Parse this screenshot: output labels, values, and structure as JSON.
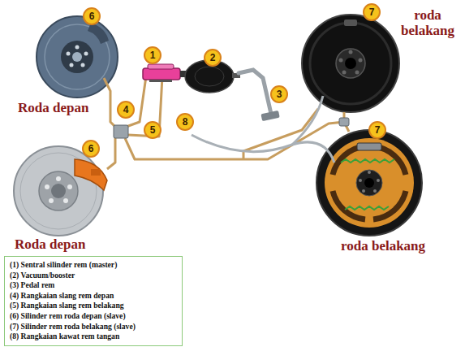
{
  "diagram": {
    "nodes": [
      {
        "text": [
          "6"
        ]
      },
      {
        "text": [
          "7"
        ]
      },
      {
        "text": [
          "1"
        ]
      },
      {
        "text": [
          "2"
        ]
      },
      {
        "text": [
          "3"
        ]
      },
      {
        "text": [
          "4"
        ]
      },
      {
        "text": [
          "8"
        ]
      },
      {
        "text": [
          "5"
        ]
      },
      {
        "text": [
          "7"
        ]
      },
      {
        "text": [
          "6"
        ]
      },
      {
        "text": [
          "(1) Sentral silinder rem (master)",
          "(2) Vacuum/booster",
          "(3) Pedal rem",
          "(4) Rangkaian slang rem depan",
          "(5) Rangkaian slang rem belakang",
          "(6) Silinder rem roda depan (slave)",
          "(7) Silinder rem roda belakang (slave)",
          "(8) Rangkaian kawat rem tangan"
        ]
      }
    ],
    "labels": [
      "Roda depan",
      "Roda depan",
      "roda belakang",
      "roda belakang"
    ]
  }
}
